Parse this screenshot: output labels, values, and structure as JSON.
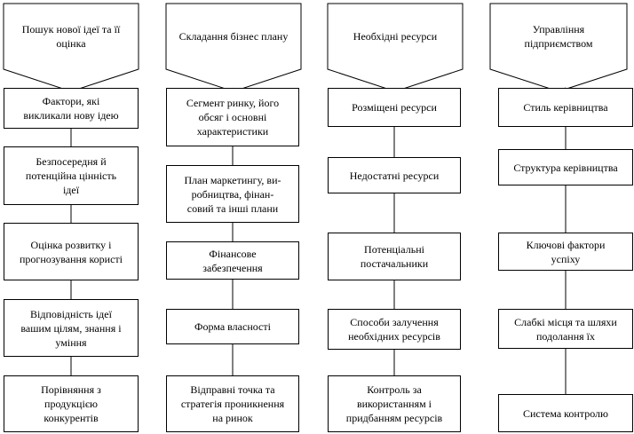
{
  "columns": [
    {
      "header": "Пошук нової ідеї та її\nоцінка",
      "items": [
        "Фактори, які\nвикликали нову ідею",
        "Безпосередня й\nпотенційна цінність\nідеї",
        "Оцінка розвитку і\nпрогнозування користі",
        "Відповідність ідеї\nвашим цілям, знання і\nуміння",
        "Порівняння з\nпродукцією\nконкурентів"
      ]
    },
    {
      "header": "Складання бізнес плану",
      "items": [
        "Сегмент ринку, його\nобсяг і основні\nхарактеристики",
        "План маркетингу, ви-\nробництва, фінан-\nсовий та інші плани",
        "Фінансове\nзабезпечення",
        "Форма власності",
        "Відправні точка та\nстратегія проникнення\nна ринок"
      ]
    },
    {
      "header": "Необхідні ресурси",
      "items": [
        "Розміщені ресурси",
        "Недостатні ресурси",
        "Потенціальні\nпостачальники",
        "Способи залучення\nнеобхідних ресурсів",
        "Контроль за\nвикористанням і\nпридбанням ресурсів"
      ]
    },
    {
      "header": "Управління\nпідприємством",
      "items": [
        "Стиль керівництва",
        "Структура керівництва",
        "Ключові фактори\nуспіху",
        "Слабкі місця та шляхи\nподолання їх",
        "Система контролю"
      ]
    }
  ]
}
